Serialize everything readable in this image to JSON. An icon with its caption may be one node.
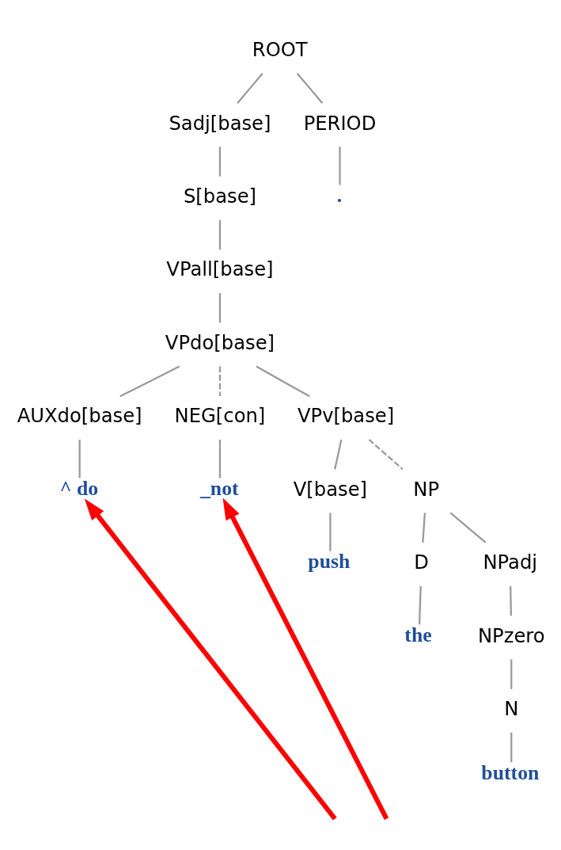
{
  "diagram": {
    "nodes": [
      {
        "text": [
          "ROOT"
        ]
      },
      {
        "text": [
          "Sadj[base]"
        ]
      },
      {
        "text": [
          "PERIOD"
        ]
      },
      {
        "text": [
          "S[base]"
        ]
      },
      {
        "text": [
          "."
        ]
      },
      {
        "text": [
          "VPall[base]"
        ]
      },
      {
        "text": [
          "VPdo[base]"
        ]
      },
      {
        "text": [
          "AUXdo[base]"
        ]
      },
      {
        "text": [
          "NEG[con]"
        ]
      },
      {
        "text": [
          "VPv[base]"
        ]
      },
      {
        "text": [
          "^ do"
        ]
      },
      {
        "text": [
          "_not"
        ]
      },
      {
        "text": [
          "V[base]"
        ]
      },
      {
        "text": [
          "NP"
        ]
      },
      {
        "text": [
          "push"
        ]
      },
      {
        "text": [
          "D"
        ]
      },
      {
        "text": [
          "NPadj"
        ]
      },
      {
        "text": [
          "the"
        ]
      },
      {
        "text": [
          "NPzero"
        ]
      },
      {
        "text": [
          "N"
        ]
      },
      {
        "text": [
          "button"
        ]
      }
    ],
    "edges": [
      {
        "from": 0,
        "to": 1,
        "arrow": "none"
      },
      {
        "from": 0,
        "to": 2,
        "arrow": "none"
      },
      {
        "from": 1,
        "to": 3,
        "arrow": "none"
      },
      {
        "from": 2,
        "to": 4,
        "arrow": "none"
      },
      {
        "from": 3,
        "to": 5,
        "arrow": "none"
      },
      {
        "from": 5,
        "to": 6,
        "arrow": "none"
      },
      {
        "from": 6,
        "to": 7,
        "arrow": "none"
      },
      {
        "from": 6,
        "to": 8,
        "arrow": "none",
        "style": "dashed"
      },
      {
        "from": 6,
        "to": 9,
        "arrow": "none"
      },
      {
        "from": 7,
        "to": 10,
        "arrow": "none"
      },
      {
        "from": 8,
        "to": 11,
        "arrow": "none"
      },
      {
        "from": 9,
        "to": 12,
        "arrow": "none"
      },
      {
        "from": 9,
        "to": 13,
        "arrow": "none",
        "style": "dashed"
      },
      {
        "from": 12,
        "to": 14,
        "arrow": "none"
      },
      {
        "from": 13,
        "to": 15,
        "arrow": "none"
      },
      {
        "from": 13,
        "to": 16,
        "arrow": "none"
      },
      {
        "from": 15,
        "to": 17,
        "arrow": "none"
      },
      {
        "from": 16,
        "to": 18,
        "arrow": "none"
      },
      {
        "from": 18,
        "to": 19,
        "arrow": "none"
      },
      {
        "from": 19,
        "to": 20,
        "arrow": "none"
      },
      {
        "from": null,
        "to": 10,
        "arrow": "to",
        "style": "thick",
        "color": "#ff0000"
      },
      {
        "from": null,
        "to": 11,
        "arrow": "to",
        "style": "thick",
        "color": "#ff0000"
      }
    ]
  }
}
